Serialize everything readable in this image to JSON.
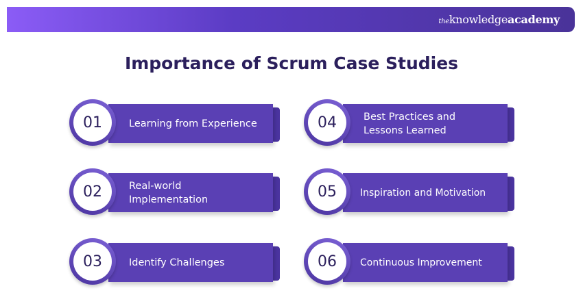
{
  "brand": {
    "the": "the",
    "knowledge": "knowledge",
    "academy": "academy"
  },
  "title": "Importance of Scrum Case Studies",
  "items": [
    {
      "num": "01",
      "label": "Learning from Experience"
    },
    {
      "num": "02",
      "label": "Real-world Implementation"
    },
    {
      "num": "03",
      "label": "Identify Challenges"
    },
    {
      "num": "04",
      "label": "Best Practices and Lessons Learned"
    },
    {
      "num": "05",
      "label": "Inspiration and Motivation"
    },
    {
      "num": "06",
      "label": "Continuous Improvement"
    }
  ]
}
